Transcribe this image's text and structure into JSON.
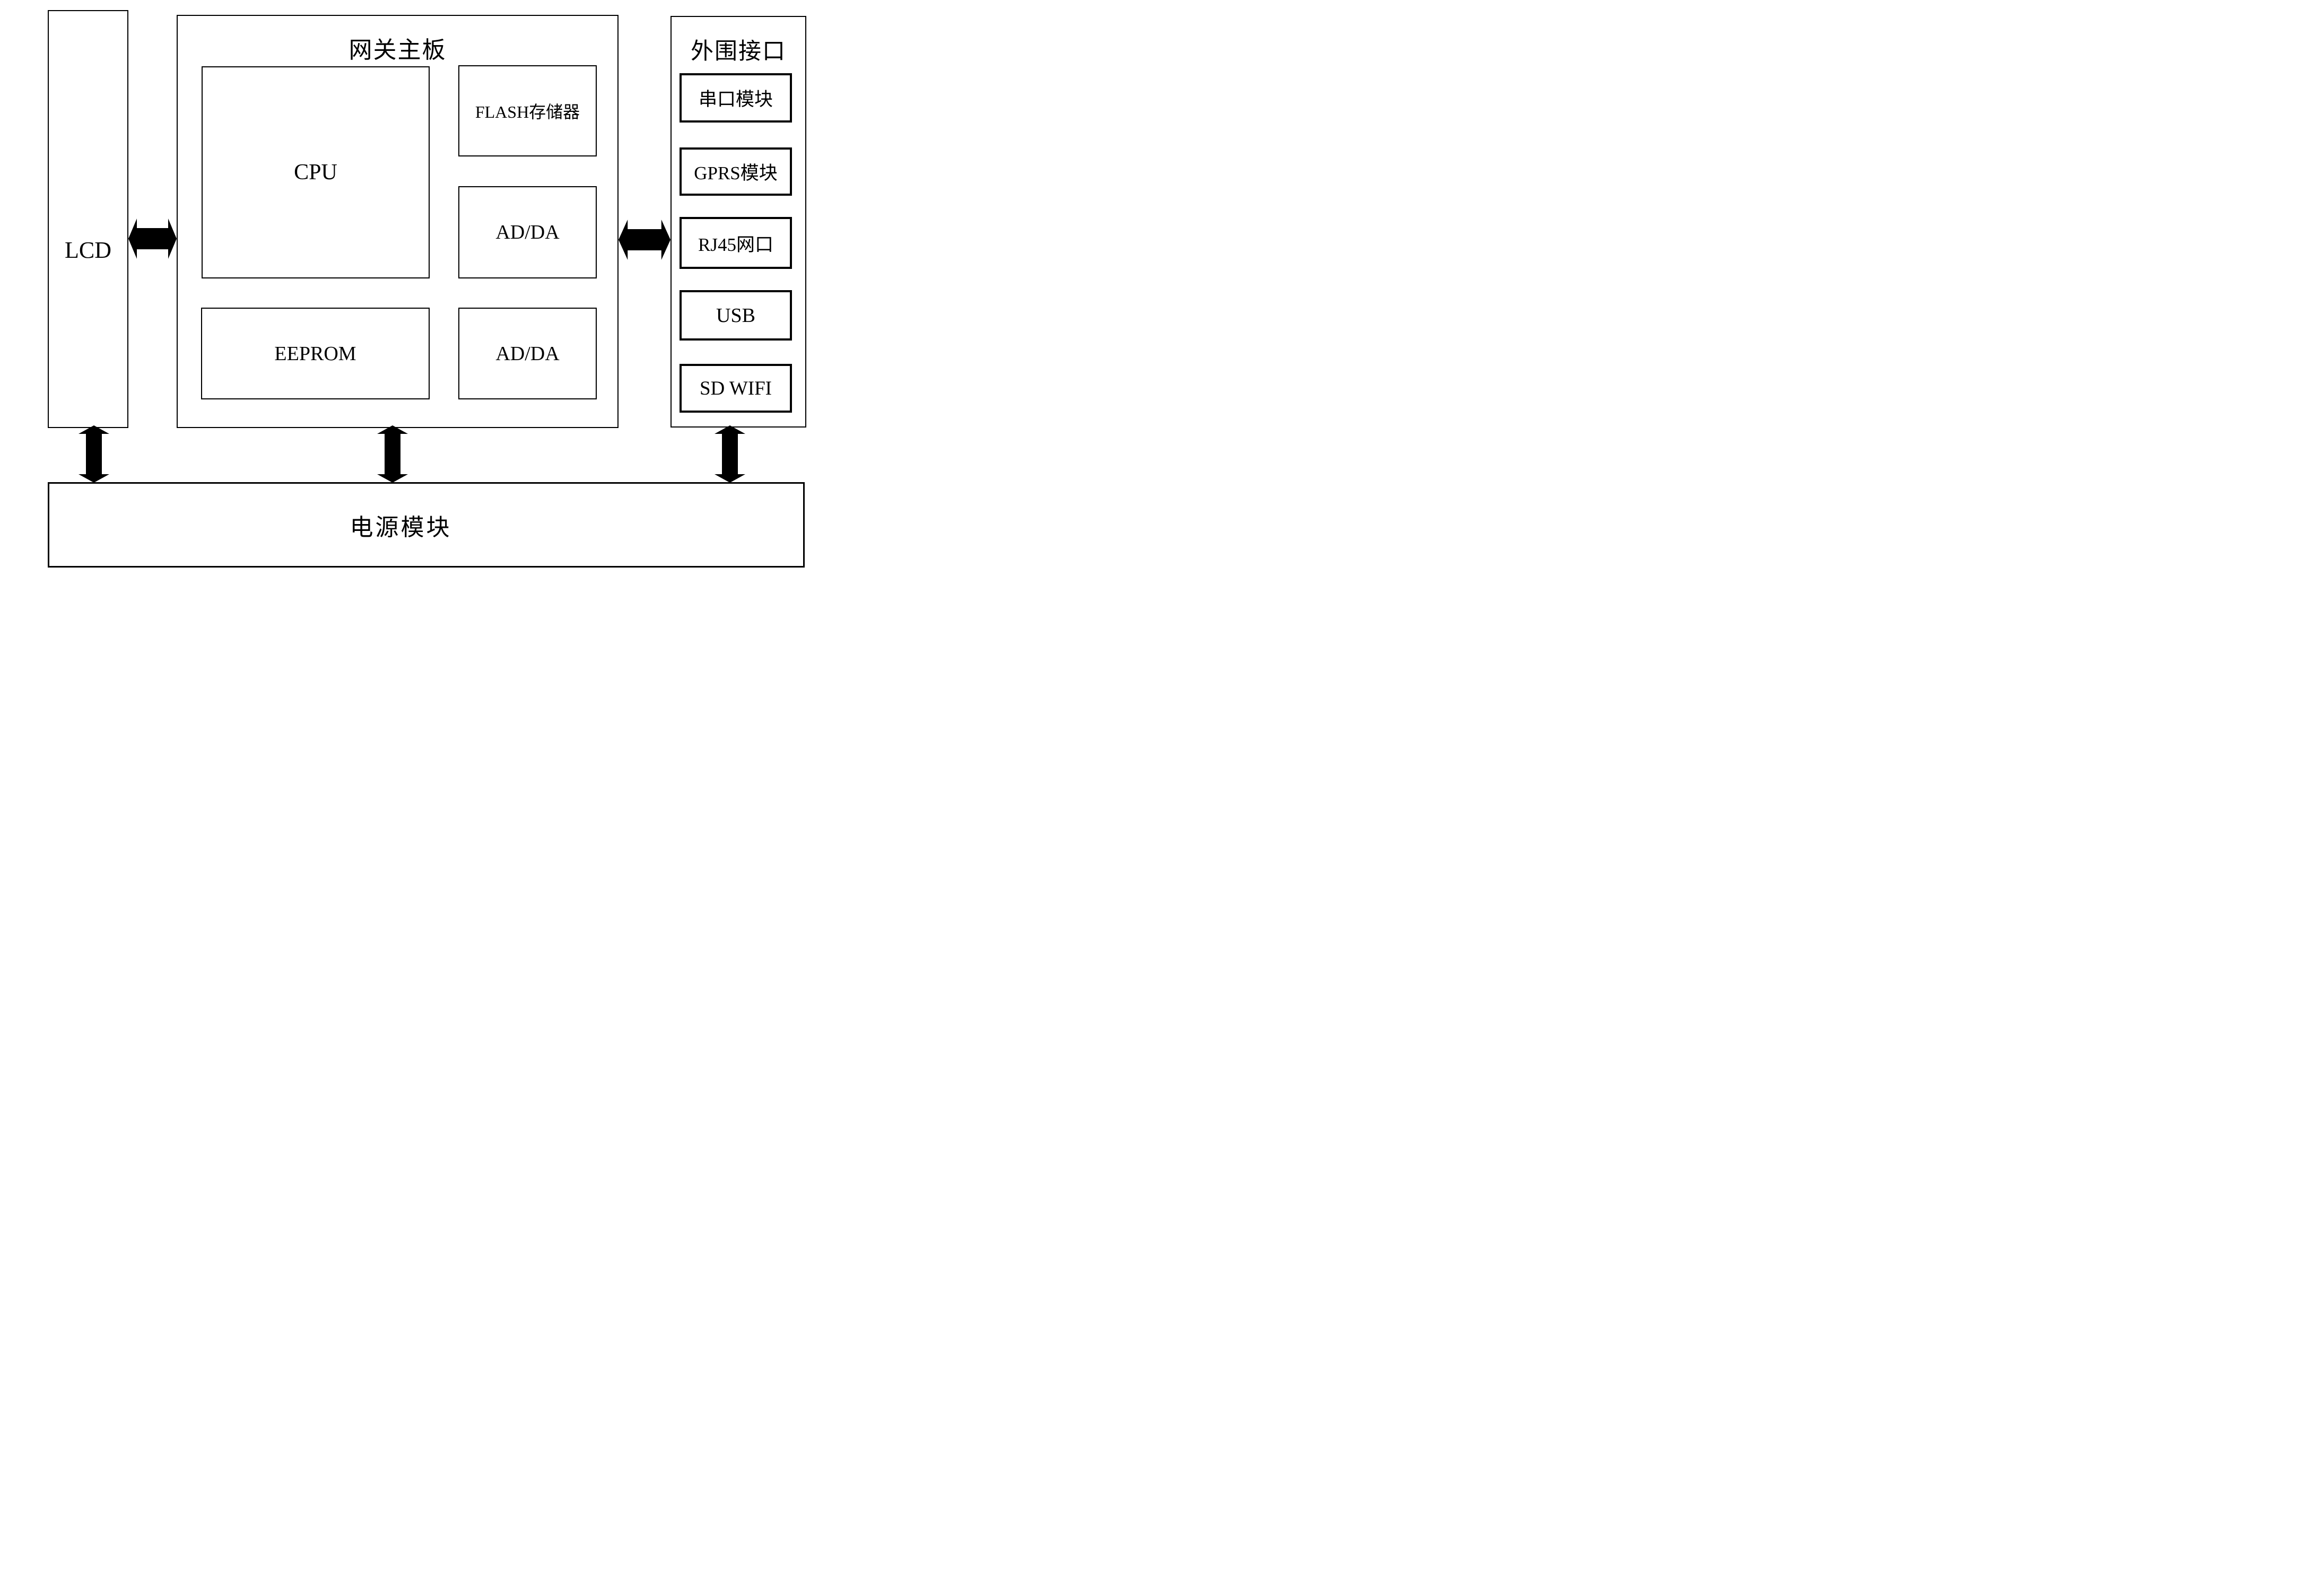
{
  "diagram": {
    "colors": {
      "background": "#ffffff",
      "line": "#000000",
      "arrow_fill": "#000000"
    },
    "lcd": {
      "label": "LCD"
    },
    "gateway": {
      "title": "网关主板",
      "modules": {
        "cpu": "CPU",
        "flash": "FLASH存储器",
        "adda_top": "AD/DA",
        "eeprom": "EEPROM",
        "adda_bottom": "AD/DA"
      }
    },
    "peripheral": {
      "title": "外围接口",
      "items": [
        "串口模块",
        "GPRS模块",
        "RJ45网口",
        "USB",
        "SD WIFI"
      ]
    },
    "power": {
      "label": "电源模块"
    }
  }
}
